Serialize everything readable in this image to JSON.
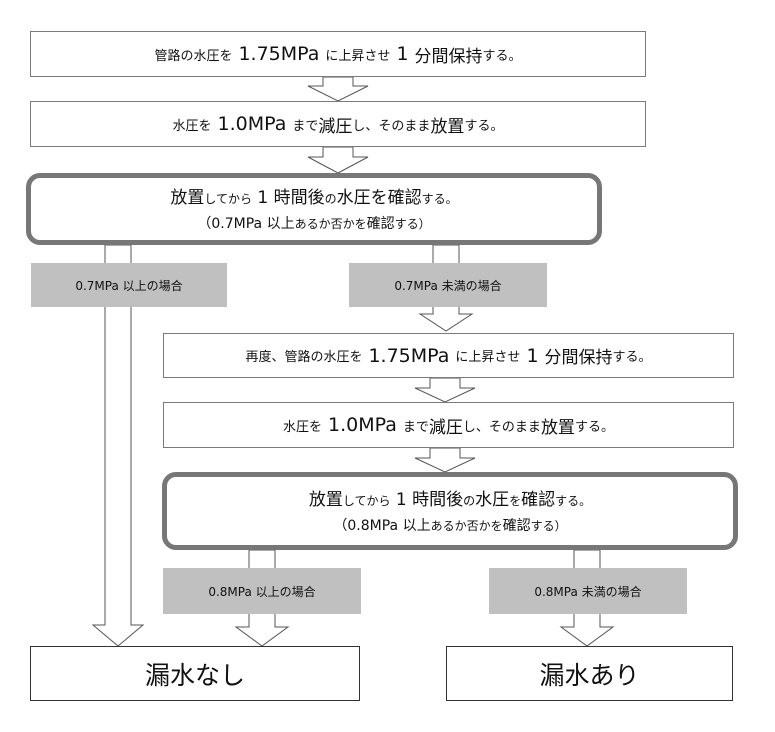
{
  "step1": {
    "a": "管路の水圧を",
    "b": "1.75MPa",
    "c": "に上昇させ",
    "d": "1",
    "e": "分間保持",
    "f": "する。"
  },
  "step2": {
    "a": "水圧を",
    "b": "1.0MPa",
    "c": "まで",
    "d": "減圧",
    "e": "し、そのまま",
    "f": "放置",
    "g": "する。"
  },
  "check1": {
    "line1": {
      "a": "放置",
      "b": "してから",
      "c": "1 時間後",
      "d": "の",
      "e": "水圧を確認",
      "f": "する。"
    },
    "line2": {
      "a": "（0.7MPa 以上",
      "b": "あるか否かを",
      "c": "確認",
      "d": "する）"
    }
  },
  "label_left1": "0.7MPa 以上の場合",
  "label_right1": "0.7MPa 未満の場合",
  "step3": {
    "a": "再度、管路の水圧を",
    "b": "1.75MPa",
    "c": "に上昇させ",
    "d": "1",
    "e": "分間保持",
    "f": "する。"
  },
  "step4": {
    "a": "水圧を",
    "b": "1.0MPa",
    "c": "まで",
    "d": "減圧",
    "e": "し、そのまま",
    "f": "放置",
    "g": "する。"
  },
  "check2": {
    "line1": {
      "a": "放置",
      "b": "してから",
      "c": "1 時間後",
      "d": "の",
      "e": "水圧",
      "f": "を",
      "g": "確認",
      "h": "する。"
    },
    "line2": {
      "a": "（0.8MPa 以上",
      "b": "あるか否かを",
      "c": "確認",
      "d": "する）"
    }
  },
  "label_left2": "0.8MPa 以上の場合",
  "label_right2": "0.8MPa 未満の場合",
  "result_no_leak": "漏水なし",
  "result_leak": "漏水あり",
  "colors": {
    "frame": "#777777",
    "label_bg": "#c0c0c0",
    "arrow_stroke": "#555555"
  }
}
